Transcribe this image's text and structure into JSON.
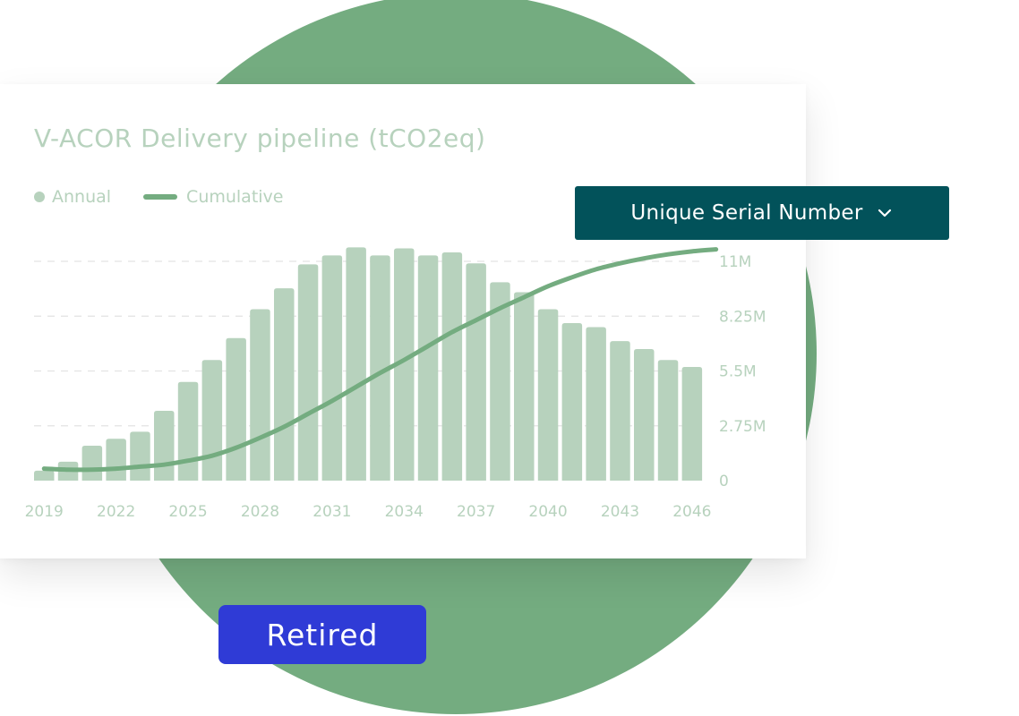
{
  "colors": {
    "circle": "#74ac80",
    "bar": "#b7d2bd",
    "line": "#74ac80",
    "axis_text": "#b7d2bd",
    "dropdown_bg": "#02525a",
    "retired_bg": "#2f3bd6"
  },
  "dropdown": {
    "label": "Unique Serial Number",
    "icon": "chevron-down-icon"
  },
  "badge": {
    "label": "Retired"
  },
  "chart_data": {
    "type": "bar",
    "title": "V-ACOR Delivery pipeline (tCO2eq)",
    "legend": [
      "Annual",
      "Cumulative"
    ],
    "legend_position": "top-left",
    "grid": true,
    "y_axis_position": "right",
    "x_ticks": [
      "2019",
      "2022",
      "2025",
      "2028",
      "2031",
      "2034",
      "2037",
      "2040",
      "2043",
      "2046"
    ],
    "y_ticks": [
      "0",
      "2.75M",
      "5.5M",
      "8.25M",
      "11M"
    ],
    "ylim": [
      0,
      11000000
    ],
    "categories": [
      "2019",
      "2020",
      "2021",
      "2022",
      "2023",
      "2024",
      "2025",
      "2026",
      "2027",
      "2028",
      "2029",
      "2030",
      "2031",
      "2032",
      "2033",
      "2034",
      "2035",
      "2036",
      "2037",
      "2038",
      "2039",
      "2040",
      "2041",
      "2042",
      "2043",
      "2044",
      "2045",
      "2046",
      "2047"
    ],
    "series": [
      {
        "name": "Annual",
        "type": "bar",
        "values": [
          500000,
          950000,
          1750000,
          2100000,
          2450000,
          3500000,
          4950000,
          6050000,
          7150000,
          8600000,
          9650000,
          10850000,
          11300000,
          11700000,
          11300000,
          11650000,
          11300000,
          11450000,
          10900000,
          9950000,
          9450000,
          8600000,
          7900000,
          7700000,
          7000000,
          6600000,
          6050000,
          5700000,
          0
        ]
      },
      {
        "name": "Cumulative",
        "type": "line",
        "values": [
          600000,
          550000,
          550000,
          600000,
          700000,
          800000,
          1000000,
          1250000,
          1650000,
          2150000,
          2700000,
          3350000,
          4000000,
          4700000,
          5400000,
          6050000,
          6750000,
          7450000,
          8050000,
          8650000,
          9200000,
          9750000,
          10200000,
          10600000,
          10900000,
          11150000,
          11350000,
          11500000,
          11600000
        ]
      }
    ]
  }
}
